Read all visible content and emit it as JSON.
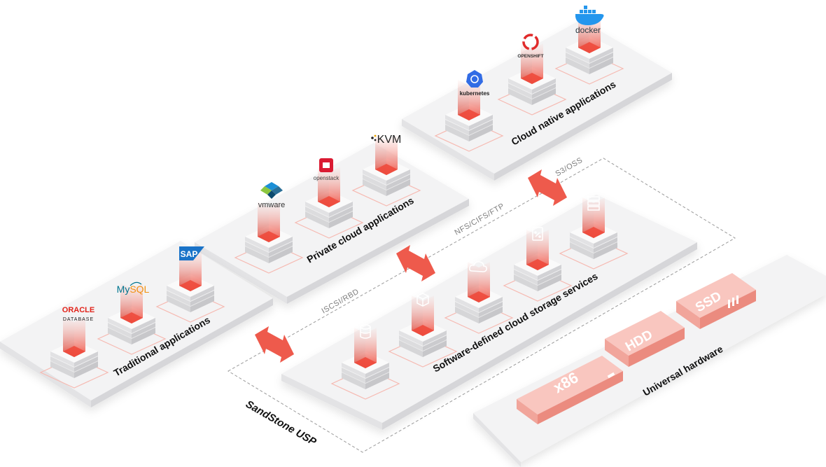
{
  "layers": {
    "cloud_native": {
      "label": "Cloud native applications",
      "logos": {
        "kubernetes": "kubernetes",
        "openshift": "OPENSHIFT",
        "docker": "docker"
      }
    },
    "private_cloud": {
      "label": "Private cloud applications",
      "logos": {
        "vmware": "vmware",
        "openstack": "openstack",
        "kvm": "KVM"
      }
    },
    "traditional": {
      "label": "Traditional applications",
      "logos": {
        "oracle": "ORACLE",
        "oracle_sub": "DATABASE",
        "mysql_my": "My",
        "mysql_sql": "SQL",
        "sap": "SAP"
      }
    },
    "storage": {
      "label": "Software-defined cloud storage services"
    },
    "hardware": {
      "label": "Universal hardware",
      "items": {
        "x86": "x86",
        "hdd": "HDD",
        "ssd": "SSD"
      }
    }
  },
  "platform": {
    "label": "SandStone USP"
  },
  "protocols": {
    "s3": "S3/OSS",
    "nfs": "NFS/CIFS/FTP",
    "iscsi": "ISCSI/RBD"
  },
  "colors": {
    "accent": "#ee4a3c",
    "accent_light": "#f9c6bf",
    "plate": "#f3f3f4",
    "text": "#111111"
  }
}
